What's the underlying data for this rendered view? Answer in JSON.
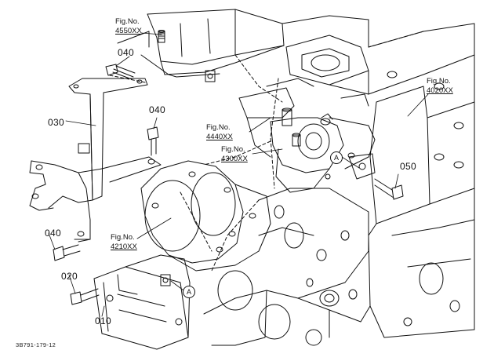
{
  "diagram_id": "3B791-179-12",
  "parts": [
    {
      "ref": "010"
    },
    {
      "ref": "020"
    },
    {
      "ref": "030"
    },
    {
      "ref": "040"
    },
    {
      "ref": "040"
    },
    {
      "ref": "040"
    },
    {
      "ref": "050"
    }
  ],
  "figure_refs": [
    {
      "label": "Fig.No.",
      "code": "4550XX"
    },
    {
      "label": "Fig.No.",
      "code": "4020XX"
    },
    {
      "label": "Fig.No.",
      "code": "4440XX"
    },
    {
      "label": "Fig.No.",
      "code": "4300XX"
    },
    {
      "label": "Fig.No.",
      "code": "4210XX"
    }
  ],
  "connection_marks": [
    {
      "letter": "A"
    },
    {
      "letter": "A"
    }
  ]
}
